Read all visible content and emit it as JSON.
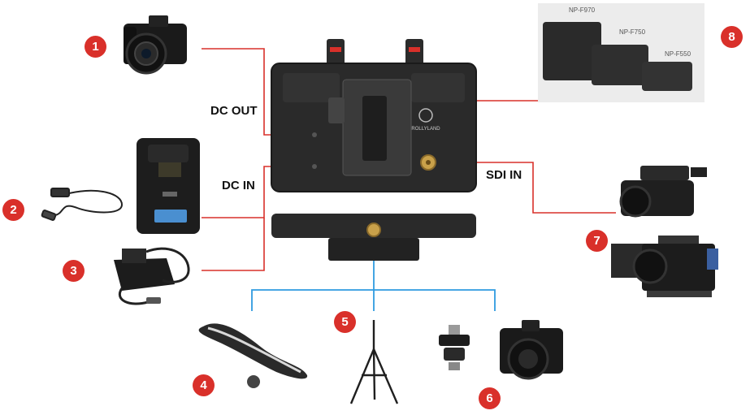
{
  "labels": {
    "dc_out": "DC OUT",
    "dc_in": "DC IN",
    "sdi_in": "SDI IN"
  },
  "badges": [
    "1",
    "2",
    "3",
    "4",
    "5",
    "6",
    "7",
    "8"
  ],
  "batteries": {
    "large": "NP-F970",
    "medium": "NP-F750",
    "small": "NP-F550"
  },
  "monitor_brand": "ROLLYLAND",
  "colors": {
    "badge": "#d9302a",
    "red_line": "#d9302a",
    "blue_line": "#2f9be0",
    "device_body": "#1f1f1f"
  }
}
